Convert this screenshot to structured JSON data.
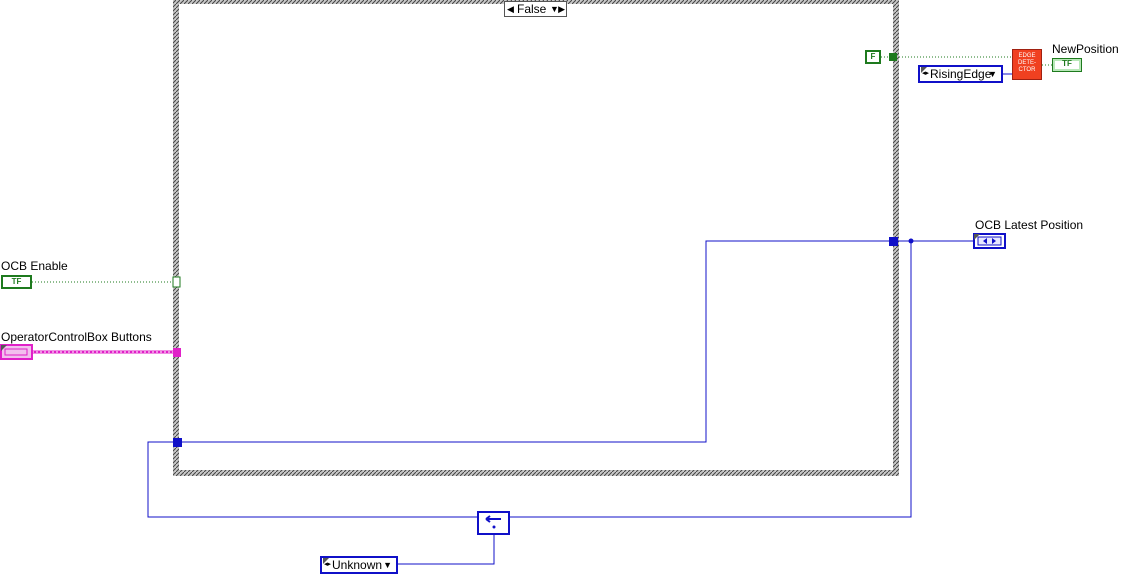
{
  "case_structure": {
    "selector_value": "False"
  },
  "controls": {
    "ocb_enable": {
      "label": "OCB Enable",
      "glyph": "TF"
    },
    "operator_buttons": {
      "label": "OperatorControlBox Buttons"
    }
  },
  "indicators": {
    "new_position": {
      "label": "NewPosition",
      "glyph": "TF"
    },
    "ocb_latest_position": {
      "label": "OCB Latest Position"
    }
  },
  "constants": {
    "false_const": "F",
    "edge_mode": "RisingEdge",
    "unknown": "Unknown"
  },
  "subvi": {
    "edge_detector": [
      "EDGE",
      "DETE-",
      "CTOR"
    ]
  },
  "colors": {
    "boolean": "#1e7a1e",
    "enum_wire": "#1010c8",
    "cluster_wire": "#e020c8",
    "subvi_bg": "#f04020"
  }
}
